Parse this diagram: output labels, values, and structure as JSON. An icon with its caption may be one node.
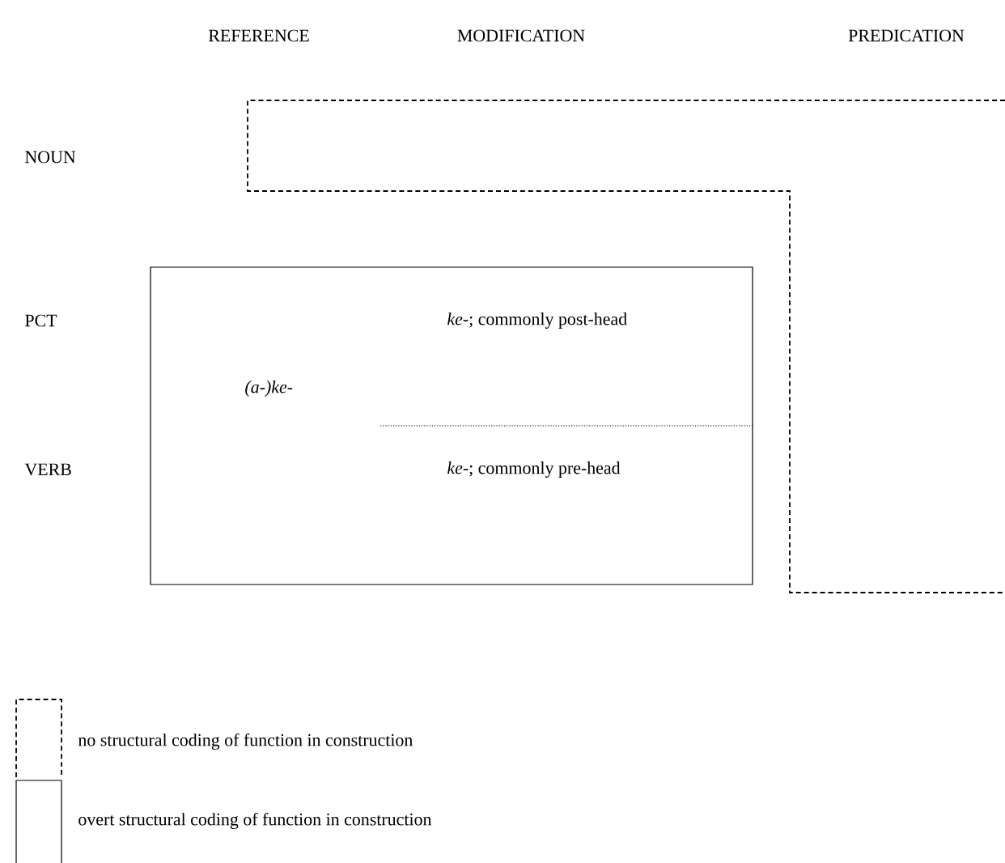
{
  "diagram": {
    "nodes": [
      {
        "text": [],
        "shape": "box"
      },
      {
        "text": [
          "(a-)ke-",
          "*ke-*; commonly post-head",
          "*ke-*; commonly pre-head"
        ]
      }
    ],
    "edges": [],
    "labels": [
      "REFERENCE",
      "MODIFICATION",
      "PREDICATION",
      "NOUN",
      "PCT",
      "VERB"
    ],
    "legend": [
      {
        "text": "no structural coding of function in construction"
      },
      {
        "text": "overt structural coding of function in construction"
      }
    ]
  }
}
